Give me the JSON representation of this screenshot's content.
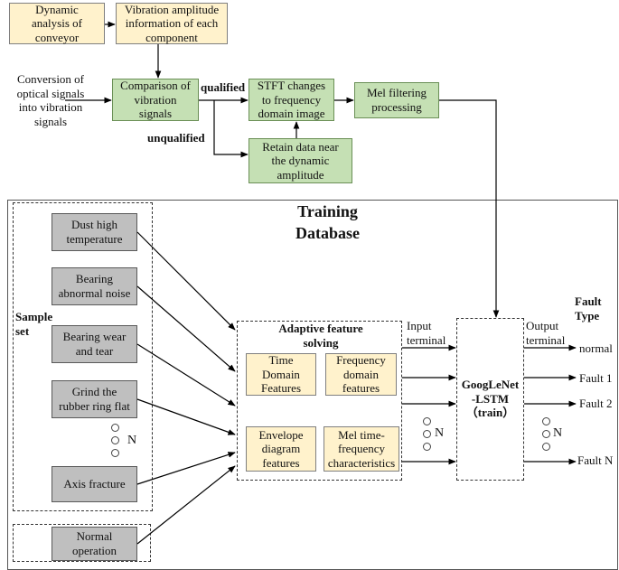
{
  "top": {
    "dynamic_analysis": "Dynamic\nanalysis of\nconveyor",
    "vibration_amplitude": "Vibration amplitude\ninformation of each\ncomponent",
    "conversion": "Conversion of\noptical signals\ninto vibration\nsignals",
    "comparison": "Comparison of\nvibration\nsignals",
    "qualified": "qualified",
    "unqualified": "unqualified",
    "stft": "STFT changes\nto frequency\ndomain image",
    "mel_filtering": "Mel filtering\nprocessing",
    "retain": "Retain data near\nthe dynamic\namplitude"
  },
  "training": {
    "title": "Training\nDatabase",
    "sample_set_label": "Sample\nset",
    "samples": [
      "Dust high\ntemperature",
      "Bearing\nabnormal noise",
      "Bearing wear\nand tear",
      "Grind the\nrubber ring flat",
      "Axis fracture"
    ],
    "normal_operation": "Normal\noperation",
    "n_label": "N",
    "adaptive_title": "Adaptive feature\nsolving",
    "features": [
      "Time\nDomain\nFeatures",
      "Frequency\ndomain\nfeatures",
      "Envelope\ndiagram\nfeatures",
      "Mel time-\nfrequency\ncharacteristics"
    ],
    "input_terminal": "Input\nterminal",
    "model": "GoogLeNet\n-LSTM\n（train）",
    "output_terminal": "Output\nterminal",
    "fault_type": "Fault\nType",
    "outputs": [
      "normal",
      "Fault 1",
      "Fault 2",
      "Fault N"
    ]
  }
}
